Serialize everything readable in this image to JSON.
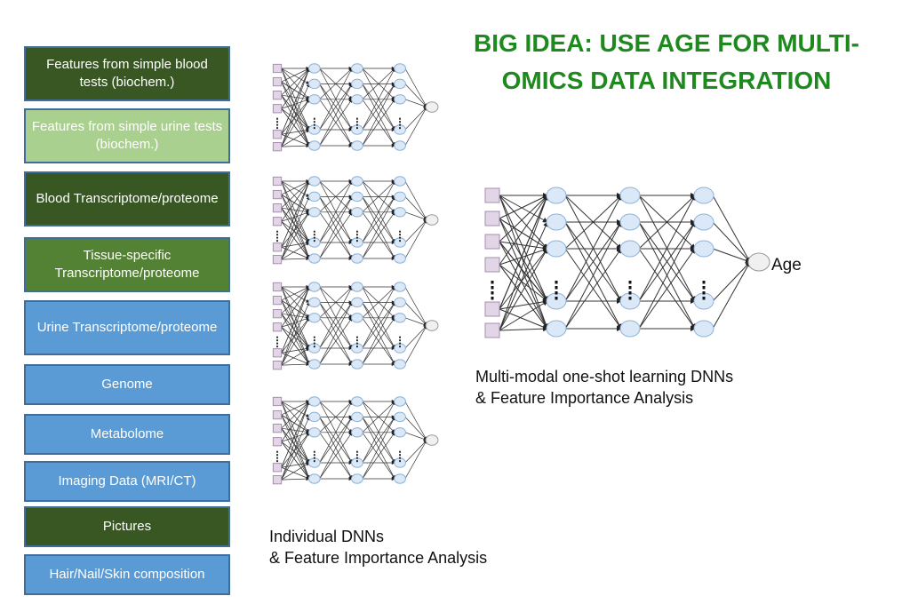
{
  "title": "BIG IDEA: USE AGE FOR MULTI-OMICS DATA INTEGRATION",
  "inputs": [
    {
      "label": "Features from simple blood tests (biochem.)",
      "color": "#385723"
    },
    {
      "label": "Features from simple urine tests (biochem.)",
      "color": "#a9d08e"
    },
    {
      "label": "Blood Transcriptome/proteome",
      "color": "#385723"
    },
    {
      "label": "Tissue-specific Transcriptome/proteome",
      "color": "#548235"
    },
    {
      "label": "Urine Transcriptome/proteome",
      "color": "#5b9bd5"
    },
    {
      "label": "Genome",
      "color": "#5b9bd5"
    },
    {
      "label": "Metabolome",
      "color": "#5b9bd5"
    },
    {
      "label": "Imaging Data (MRI/CT)",
      "color": "#5b9bd5"
    },
    {
      "label": "Pictures",
      "color": "#385723"
    },
    {
      "label": "Hair/Nail/Skin composition",
      "color": "#5b9bd5"
    }
  ],
  "individual_caption_line1": "Individual DNNs",
  "individual_caption_line2": "& Feature Importance Analysis",
  "multimodal_caption_line1": "Multi-modal one-shot learning DNNs",
  "multimodal_caption_line2": "& Feature Importance Analysis",
  "output_label": "Age",
  "colors": {
    "input_node": "#e2d5e6",
    "hidden_node": "#dae8f8",
    "output_node": "#f0f0f0",
    "title": "#1e8a1e"
  }
}
